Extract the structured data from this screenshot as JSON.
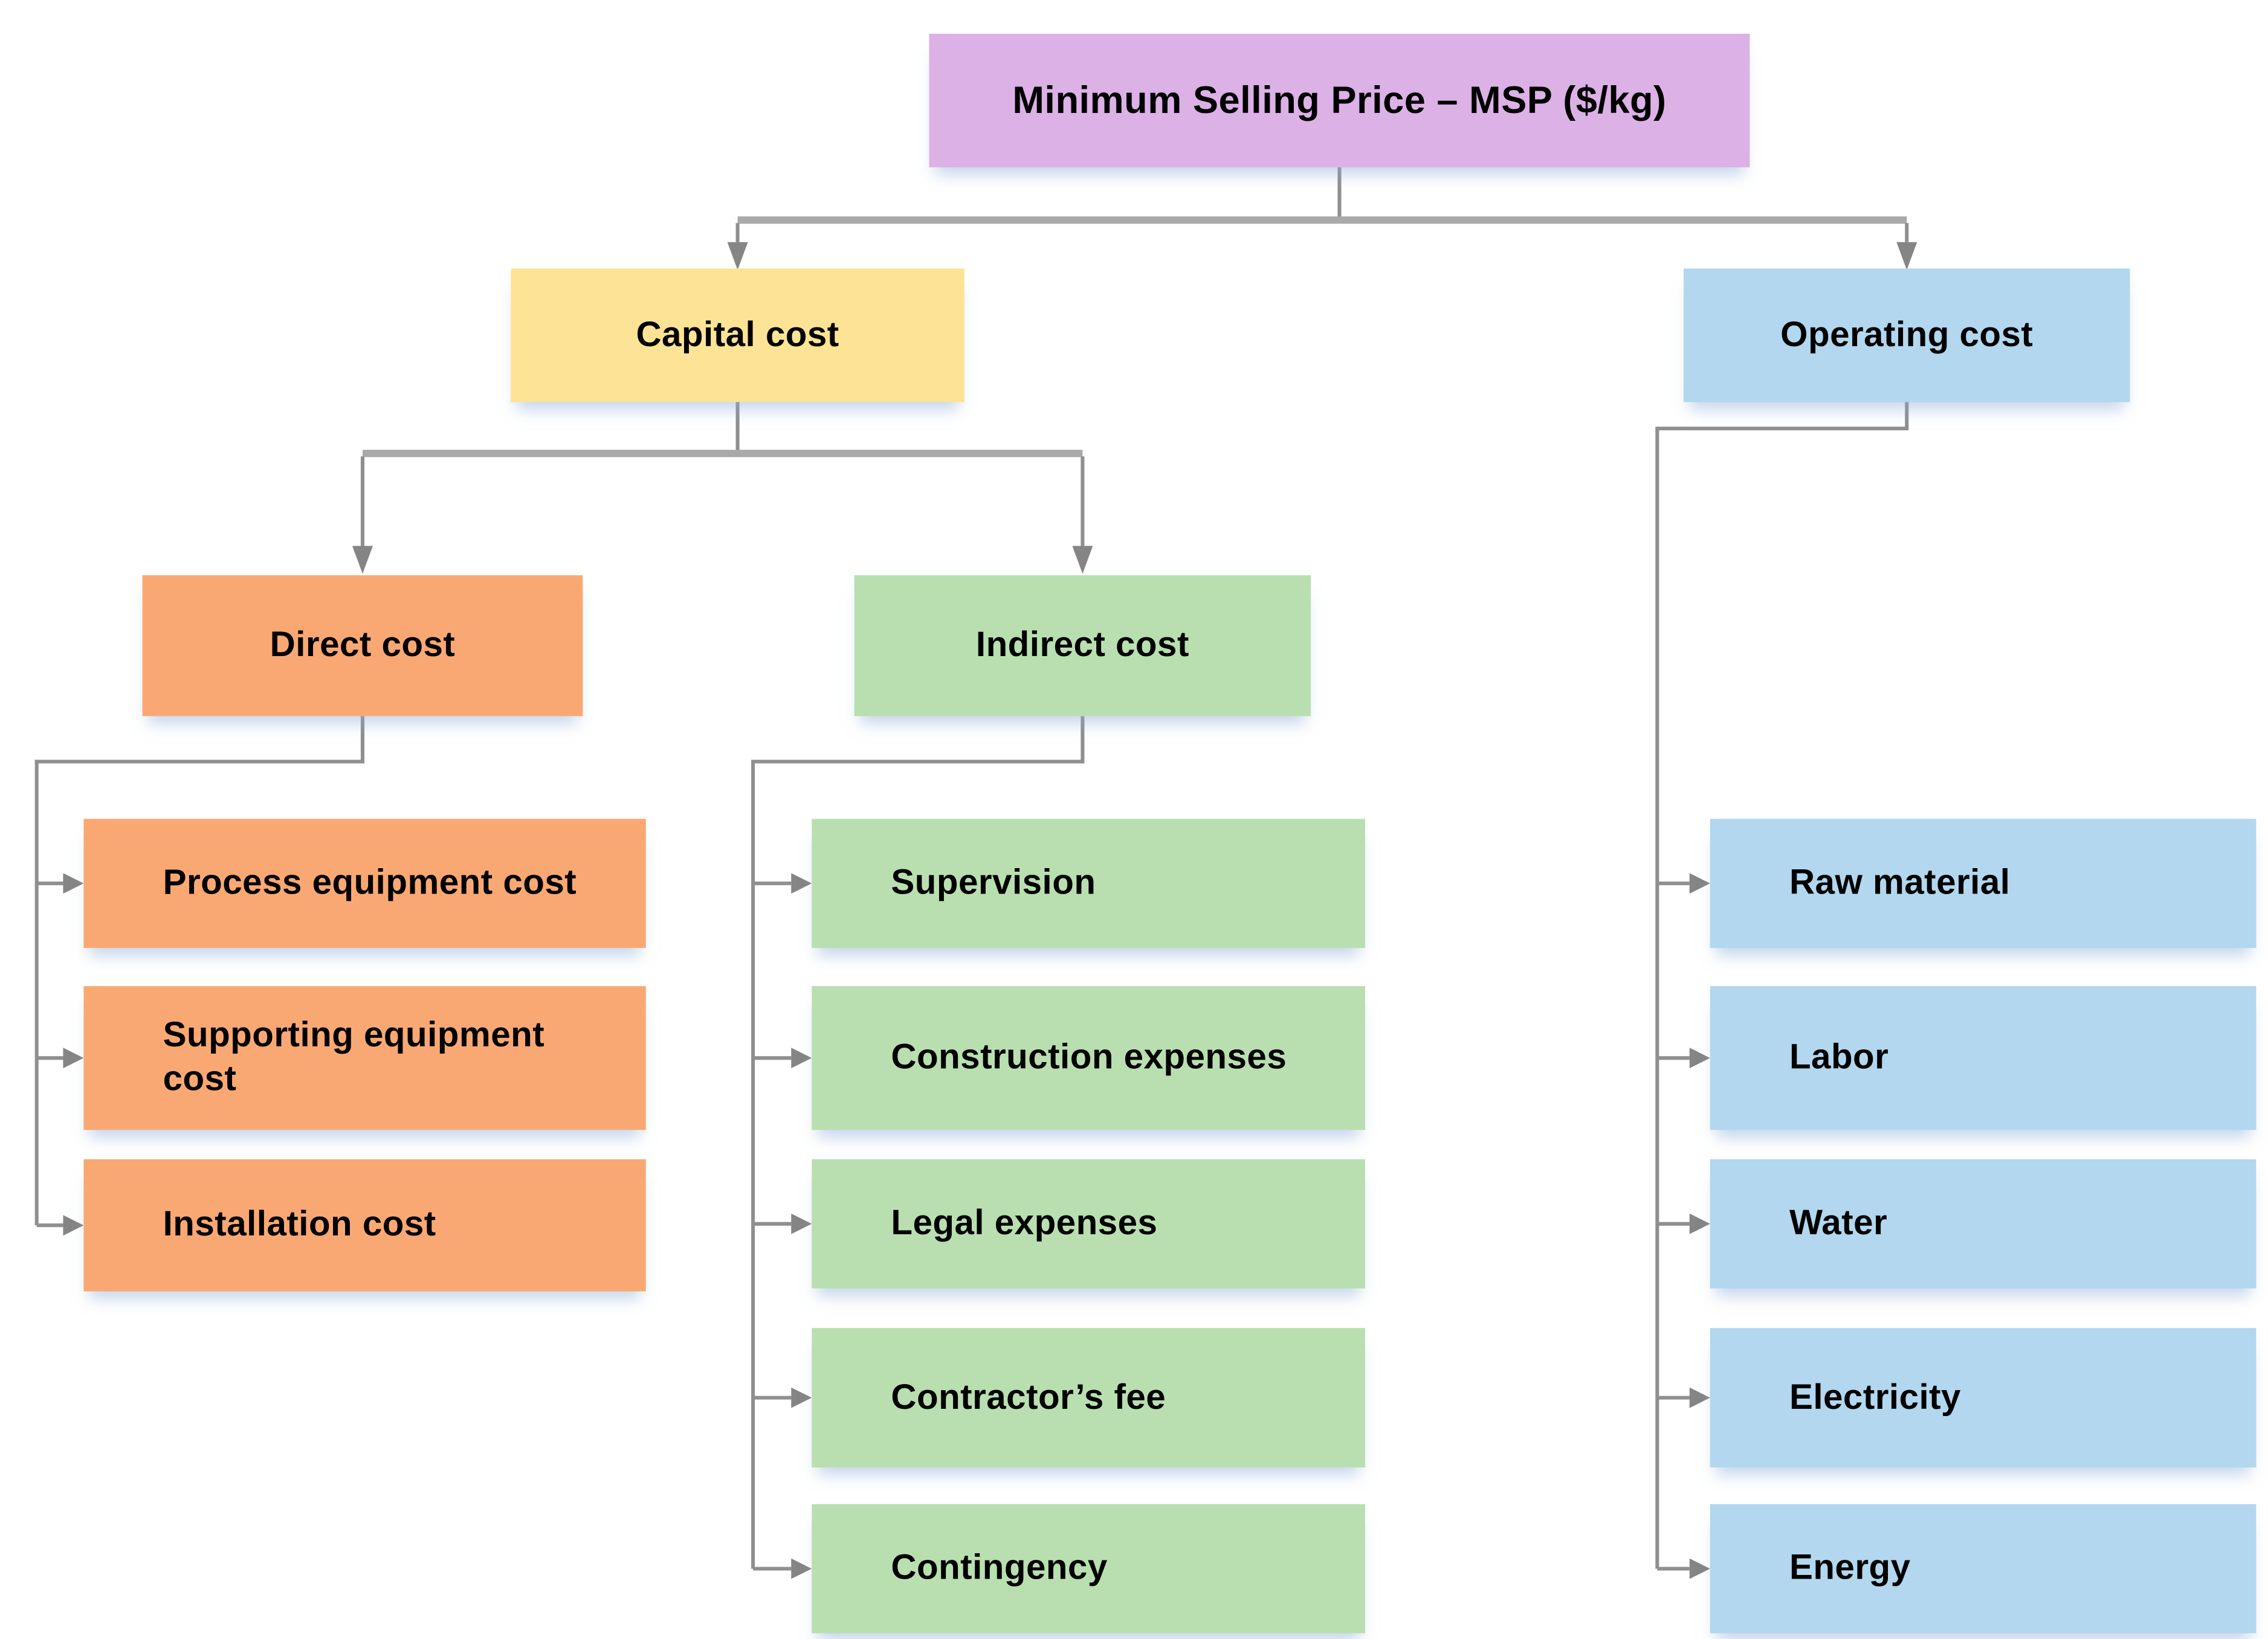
{
  "diagram": {
    "background_color": "#ffffff",
    "connector_color": "#8f8f8f",
    "connector_bar_color": "#a9a9a9",
    "arrowhead_color": "#858585",
    "text_color": "#000000",
    "root": {
      "label": "Minimum Selling Price – MSP ($/kg)",
      "color": "#dbb1e6"
    },
    "capital": {
      "label": "Capital cost",
      "color": "#fde395"
    },
    "operating": {
      "label": "Operating cost",
      "color": "#b2d7ee"
    },
    "direct": {
      "label": "Direct cost",
      "color": "#faa873"
    },
    "indirect": {
      "label": "Indirect cost",
      "color": "#b9dfb0"
    },
    "direct_items": [
      {
        "label": "Process equipment cost",
        "color": "#faa873"
      },
      {
        "label": "Supporting equipment cost",
        "color": "#faa873"
      },
      {
        "label": "Installation cost",
        "color": "#faa873"
      }
    ],
    "indirect_items": [
      {
        "label": "Supervision",
        "color": "#b9dfb0"
      },
      {
        "label": "Construction expenses",
        "color": "#b9dfb0"
      },
      {
        "label": "Legal expenses",
        "color": "#b9dfb0"
      },
      {
        "label": "Contractor’s fee",
        "color": "#b9dfb0"
      },
      {
        "label": "Contingency",
        "color": "#b9dfb0"
      }
    ],
    "operating_items": [
      {
        "label": "Raw material",
        "color": "#b2d7ee"
      },
      {
        "label": "Labor",
        "color": "#b2d7ee"
      },
      {
        "label": "Water",
        "color": "#b2d7ee"
      },
      {
        "label": "Electricity",
        "color": "#b2d7ee"
      },
      {
        "label": "Energy",
        "color": "#b2d7ee"
      }
    ]
  }
}
